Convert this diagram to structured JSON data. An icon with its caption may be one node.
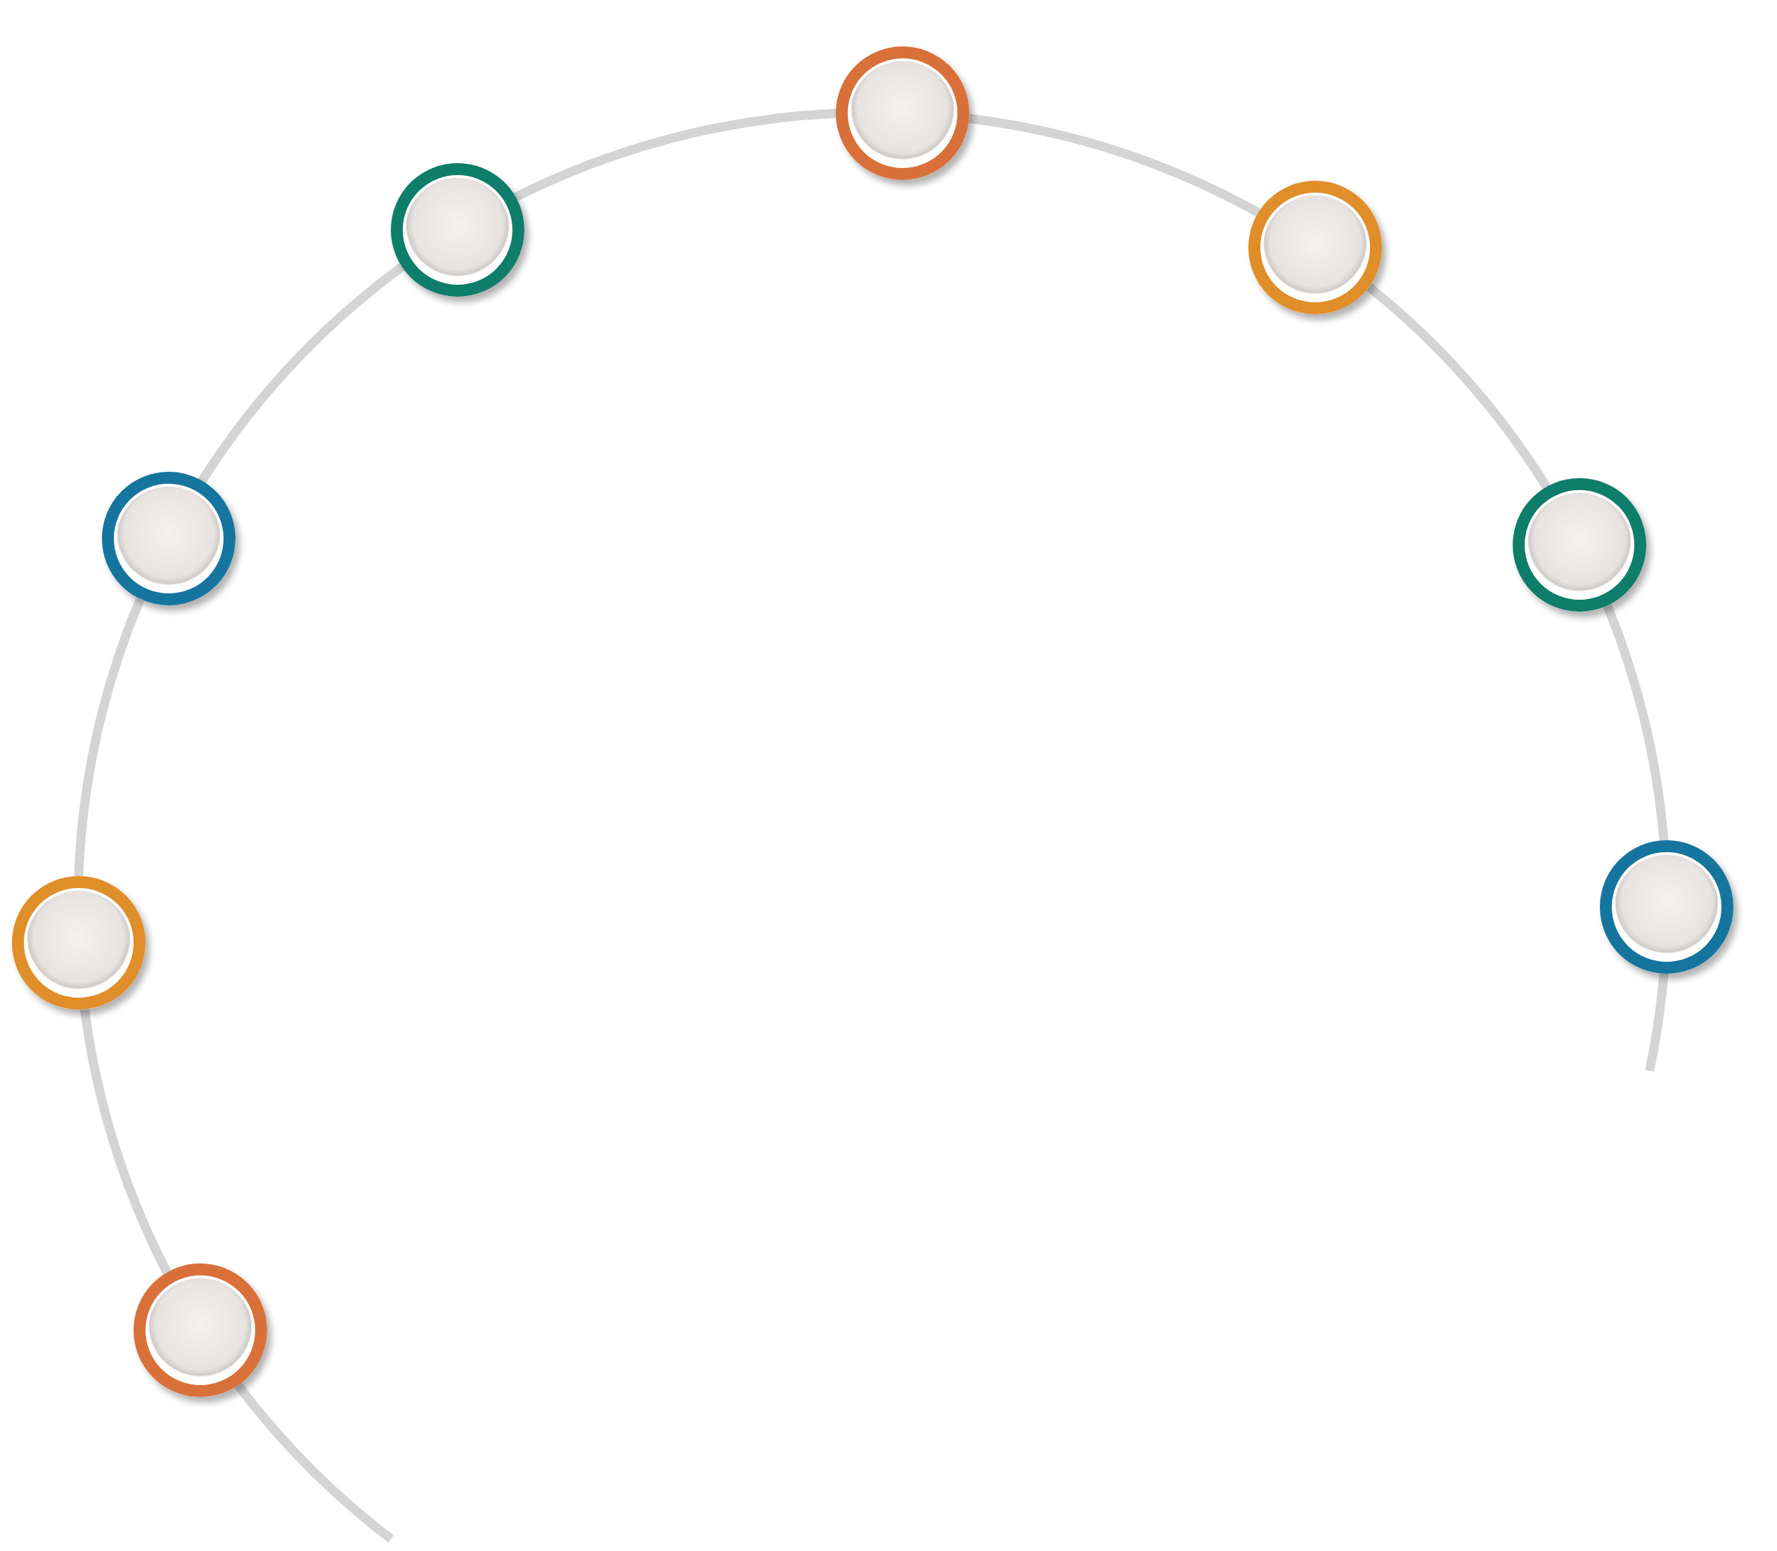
{
  "diagram": {
    "nodes": [
      {
        "text": [],
        "shape": "circle"
      },
      {
        "text": [],
        "shape": "circle"
      },
      {
        "text": [],
        "shape": "circle"
      },
      {
        "text": [],
        "shape": "circle"
      },
      {
        "text": [],
        "shape": "circle"
      },
      {
        "text": [],
        "shape": "circle"
      },
      {
        "text": [],
        "shape": "circle"
      },
      {
        "text": [],
        "shape": "circle"
      }
    ],
    "edges": [
      {
        "from": null,
        "to": 2,
        "arrow": "none"
      },
      {
        "from": 2,
        "to": 0,
        "arrow": "none"
      },
      {
        "from": 0,
        "to": 1,
        "arrow": "none"
      },
      {
        "from": 1,
        "to": 3,
        "arrow": "none"
      },
      {
        "from": 3,
        "to": 4,
        "arrow": "none"
      },
      {
        "from": 4,
        "to": 5,
        "arrow": "none"
      },
      {
        "from": 5,
        "to": 6,
        "arrow": "none"
      },
      {
        "from": 6,
        "to": 7,
        "arrow": "none"
      },
      {
        "from": 7,
        "to": null,
        "arrow": "none"
      }
    ]
  }
}
